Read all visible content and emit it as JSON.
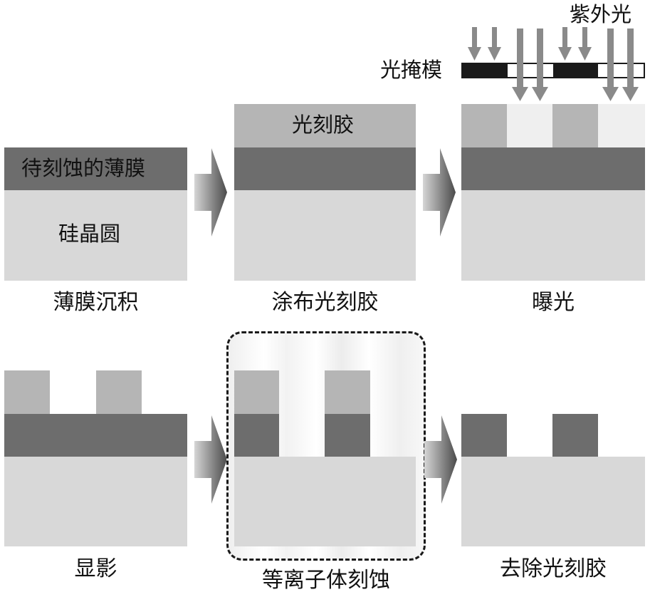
{
  "steps": [
    {
      "caption": "薄膜沉积",
      "layers": {
        "film_label": "待刻蚀的薄膜",
        "wafer_label": "硅晶圆"
      }
    },
    {
      "caption": "涂布光刻胶",
      "layers": {
        "resist_label": "光刻胶"
      }
    },
    {
      "caption": "曝光",
      "uv_label": "紫外光",
      "mask_label": "光掩模"
    },
    {
      "caption": "显影"
    },
    {
      "caption": "等离子体刻蚀"
    },
    {
      "caption": "去除光刻胶"
    }
  ],
  "colors": {
    "wafer": "#d8d8d8",
    "film": "#6d6d6d",
    "resist": "#b5b5b5",
    "resist_exposed": "#efefef",
    "mask_opaque": "#1a1a1a",
    "uv_arrow": "#8a8a8a",
    "step_arrow": "#7a7a7a"
  },
  "icons": {
    "step_arrow": "right-arrow-icon",
    "uv_arrow": "down-arrow-icon"
  }
}
